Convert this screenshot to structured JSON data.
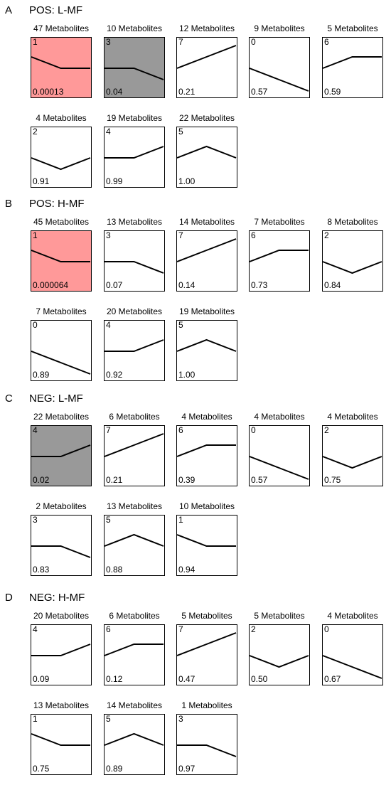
{
  "colors": {
    "significant": "#ff9999",
    "moderate": "#999999",
    "none": "#ffffff",
    "line": "#000000"
  },
  "chart_data": [
    {
      "type": "line",
      "letter": "A",
      "title": "POS: L-MF",
      "profiles": [
        {
          "count_label": "47 Metabolites",
          "profile_id": "1",
          "p_value": "0.00013",
          "fill": "significant",
          "y": [
            1,
            0,
            0
          ]
        },
        {
          "count_label": "10 Metabolites",
          "profile_id": "3",
          "p_value": "0.04",
          "fill": "moderate",
          "y": [
            0,
            0,
            -1
          ]
        },
        {
          "count_label": "12 Metabolites",
          "profile_id": "7",
          "p_value": "0.21",
          "fill": "none",
          "y": [
            0,
            1,
            2
          ]
        },
        {
          "count_label": "9 Metabolites",
          "profile_id": "0",
          "p_value": "0.57",
          "fill": "none",
          "y": [
            0,
            -1,
            -2
          ]
        },
        {
          "count_label": "5 Metabolites",
          "profile_id": "6",
          "p_value": "0.59",
          "fill": "none",
          "y": [
            0,
            1,
            1
          ]
        },
        {
          "count_label": "4 Metabolites",
          "profile_id": "2",
          "p_value": "0.91",
          "fill": "none",
          "y": [
            0,
            -1,
            0
          ]
        },
        {
          "count_label": "19 Metabolites",
          "profile_id": "4",
          "p_value": "0.99",
          "fill": "none",
          "y": [
            0,
            0,
            1
          ]
        },
        {
          "count_label": "22 Metabolites",
          "profile_id": "5",
          "p_value": "1.00",
          "fill": "none",
          "y": [
            0,
            1,
            0
          ]
        }
      ]
    },
    {
      "type": "line",
      "letter": "B",
      "title": "POS: H-MF",
      "profiles": [
        {
          "count_label": "45 Metabolites",
          "profile_id": "1",
          "p_value": "0.000064",
          "fill": "significant",
          "y": [
            1,
            0,
            0
          ]
        },
        {
          "count_label": "13 Metabolites",
          "profile_id": "3",
          "p_value": "0.07",
          "fill": "none",
          "y": [
            0,
            0,
            -1
          ]
        },
        {
          "count_label": "14 Metabolites",
          "profile_id": "7",
          "p_value": "0.14",
          "fill": "none",
          "y": [
            0,
            1,
            2
          ]
        },
        {
          "count_label": "7 Metabolites",
          "profile_id": "6",
          "p_value": "0.73",
          "fill": "none",
          "y": [
            0,
            1,
            1
          ]
        },
        {
          "count_label": "8 Metabolites",
          "profile_id": "2",
          "p_value": "0.84",
          "fill": "none",
          "y": [
            0,
            -1,
            0
          ]
        },
        {
          "count_label": "7 Metabolites",
          "profile_id": "0",
          "p_value": "0.89",
          "fill": "none",
          "y": [
            0,
            -1,
            -2
          ]
        },
        {
          "count_label": "20 Metabolites",
          "profile_id": "4",
          "p_value": "0.92",
          "fill": "none",
          "y": [
            0,
            0,
            1
          ]
        },
        {
          "count_label": "19 Metabolites",
          "profile_id": "5",
          "p_value": "1.00",
          "fill": "none",
          "y": [
            0,
            1,
            0
          ]
        }
      ]
    },
    {
      "type": "line",
      "letter": "C",
      "title": "NEG: L-MF",
      "profiles": [
        {
          "count_label": "22 Metabolites",
          "profile_id": "4",
          "p_value": "0.02",
          "fill": "moderate",
          "y": [
            0,
            0,
            1
          ]
        },
        {
          "count_label": "6 Metabolites",
          "profile_id": "7",
          "p_value": "0.21",
          "fill": "none",
          "y": [
            0,
            1,
            2
          ]
        },
        {
          "count_label": "4 Metabolites",
          "profile_id": "6",
          "p_value": "0.39",
          "fill": "none",
          "y": [
            0,
            1,
            1
          ]
        },
        {
          "count_label": "4 Metabolites",
          "profile_id": "0",
          "p_value": "0.57",
          "fill": "none",
          "y": [
            0,
            -1,
            -2
          ]
        },
        {
          "count_label": "4 Metabolites",
          "profile_id": "2",
          "p_value": "0.75",
          "fill": "none",
          "y": [
            0,
            -1,
            0
          ]
        },
        {
          "count_label": "2 Metabolites",
          "profile_id": "3",
          "p_value": "0.83",
          "fill": "none",
          "y": [
            0,
            0,
            -1
          ]
        },
        {
          "count_label": "13 Metabolites",
          "profile_id": "5",
          "p_value": "0.88",
          "fill": "none",
          "y": [
            0,
            1,
            0
          ]
        },
        {
          "count_label": "10 Metabolites",
          "profile_id": "1",
          "p_value": "0.94",
          "fill": "none",
          "y": [
            1,
            0,
            0
          ]
        }
      ]
    },
    {
      "type": "line",
      "letter": "D",
      "title": "NEG: H-MF",
      "profiles": [
        {
          "count_label": "20 Metabolites",
          "profile_id": "4",
          "p_value": "0.09",
          "fill": "none",
          "y": [
            0,
            0,
            1
          ]
        },
        {
          "count_label": "6 Metabolites",
          "profile_id": "6",
          "p_value": "0.12",
          "fill": "none",
          "y": [
            0,
            1,
            1
          ]
        },
        {
          "count_label": "5 Metabolites",
          "profile_id": "7",
          "p_value": "0.47",
          "fill": "none",
          "y": [
            0,
            1,
            2
          ]
        },
        {
          "count_label": "5 Metabolites",
          "profile_id": "2",
          "p_value": "0.50",
          "fill": "none",
          "y": [
            0,
            -1,
            0
          ]
        },
        {
          "count_label": "4 Metabolites",
          "profile_id": "0",
          "p_value": "0.67",
          "fill": "none",
          "y": [
            0,
            -1,
            -2
          ]
        },
        {
          "count_label": "13 Metabolites",
          "profile_id": "1",
          "p_value": "0.75",
          "fill": "none",
          "y": [
            1,
            0,
            0
          ]
        },
        {
          "count_label": "14 Metabolites",
          "profile_id": "5",
          "p_value": "0.89",
          "fill": "none",
          "y": [
            0,
            1,
            0
          ]
        },
        {
          "count_label": "1 Metabolites",
          "profile_id": "3",
          "p_value": "0.97",
          "fill": "none",
          "y": [
            0,
            0,
            -1
          ]
        }
      ]
    }
  ]
}
